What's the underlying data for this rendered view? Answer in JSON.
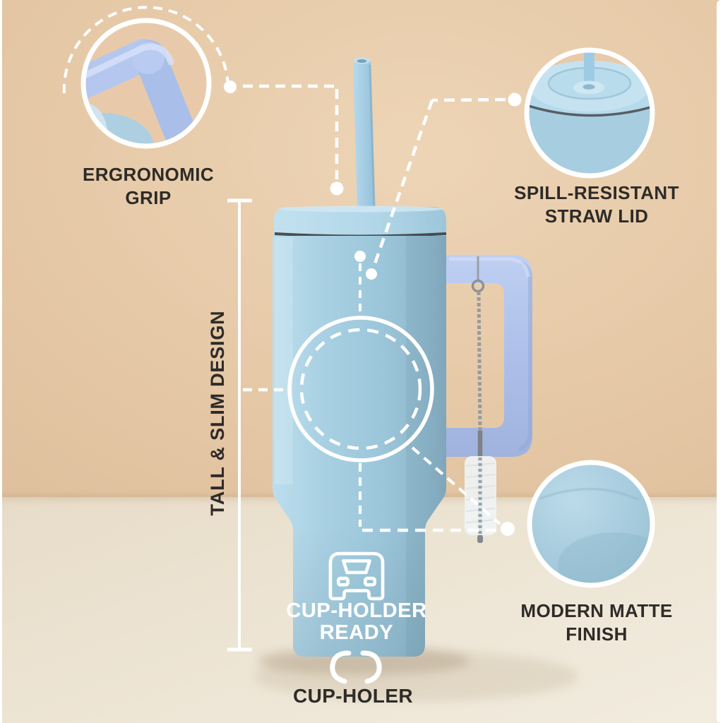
{
  "image_type": "annotated product infographic",
  "product": {
    "name_visible": false
  },
  "labels": {
    "ergonomic_grip": "ERGRONOMIC GRIP",
    "spill_line1": "SPILL-RESISTANT",
    "spill_line2": "STRAW LID",
    "tall_slim": "TALL & SLIM DESIGN",
    "modern_line1": "MODERN MATTE",
    "modern_line2": "FINISH",
    "cup_ready_line1": "CUP-HOLDER",
    "cup_ready_line2": "READY",
    "cup_holer": "CUP-HOLER"
  },
  "icons": {
    "car": "car-front-icon",
    "clamp": "cup-holder-clamp-icon"
  },
  "colors": {
    "wall_beige": "#e5c8a6",
    "floor_cream": "#efe7d7",
    "cup_blue": "#a3cade",
    "lid_blue": "#b7d9e8",
    "handle_periwinkle": "#b2c3e9",
    "straw_blue": "#a9cfe3",
    "seam_dark": "#3b3e41",
    "annotation_white": "#ffffff",
    "text_dark": "#2e2b28",
    "metal_gray": "#8e9298"
  }
}
